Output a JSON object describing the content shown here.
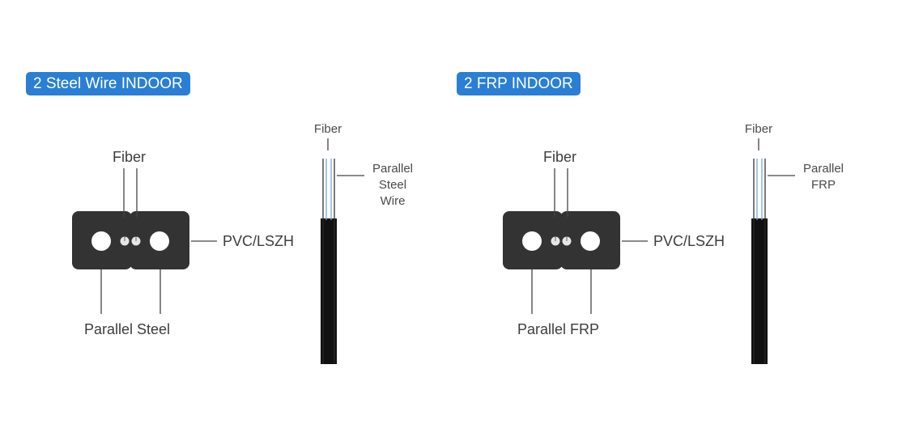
{
  "panels": [
    {
      "title": "2 Steel Wire INDOOR",
      "cross_section": {
        "fiber_label": "Fiber",
        "sheath_label": "PVC/LSZH",
        "strength_label": "Parallel Steel"
      },
      "side_view": {
        "fiber_label": "Fiber",
        "strength_label_lines": [
          "Parallel",
          "Steel",
          "Wire"
        ]
      }
    },
    {
      "title": "2 FRP  INDOOR",
      "cross_section": {
        "fiber_label": "Fiber",
        "sheath_label": "PVC/LSZH",
        "strength_label": "Parallel FRP"
      },
      "side_view": {
        "fiber_label": "Fiber",
        "strength_label_lines": [
          "Parallel",
          "FRP"
        ]
      }
    }
  ],
  "colors": {
    "badge_bg": "#2a7fd4",
    "cable_body": "#333333",
    "line": "#444444"
  }
}
